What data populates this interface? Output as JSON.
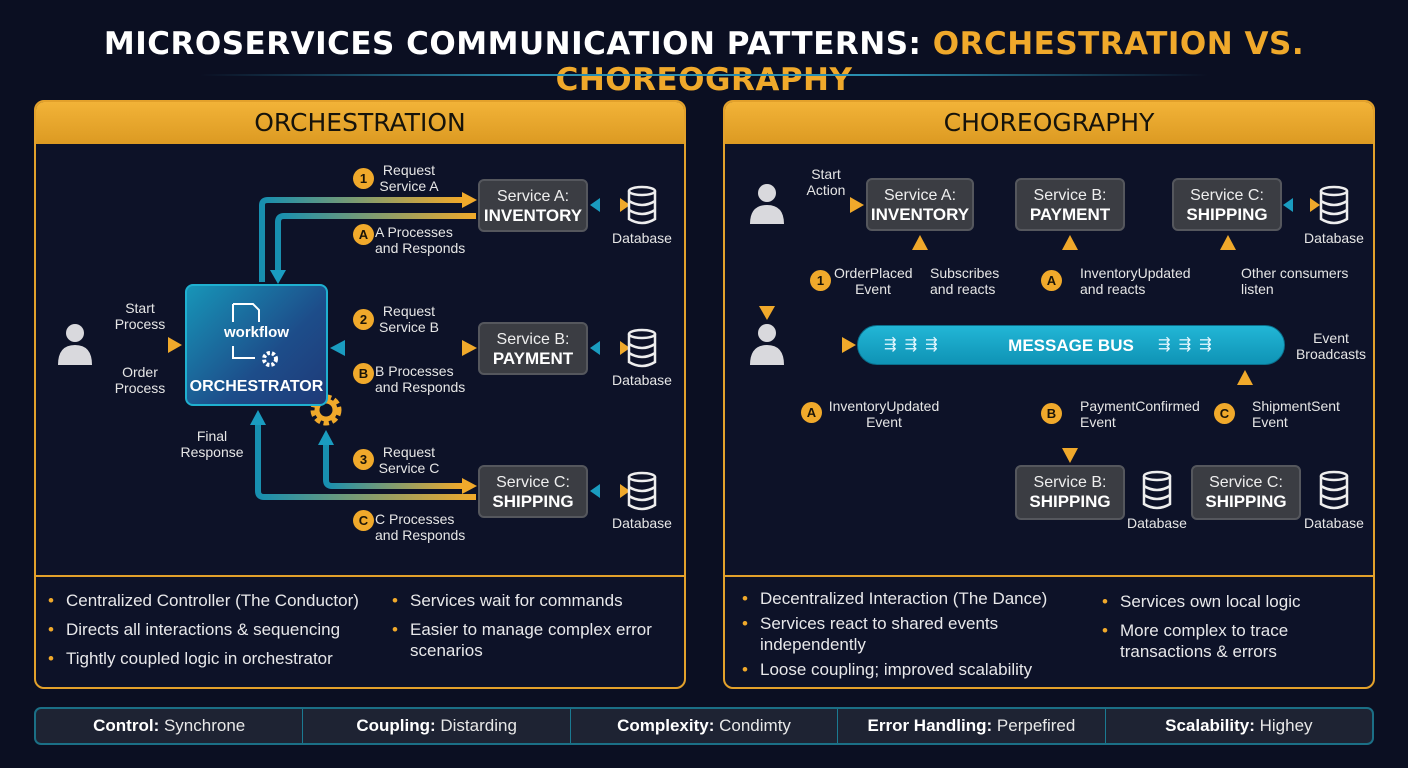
{
  "title": {
    "part1": "MICROSERVICES COMMUNICATION PATTERNS: ",
    "part2": "ORCHESTRATION VS. CHOREOGRAPHY"
  },
  "colors": {
    "accent": "#f0a92b",
    "teal": "#17a5c0",
    "background": "#0b0f22",
    "service_box": "#3b3d43"
  },
  "orchestration": {
    "header": "ORCHESTRATION",
    "user_labels": {
      "start": "Start Process",
      "order": "Order Process",
      "final": "Final Response"
    },
    "orchestrator": {
      "icon_text": "workflow",
      "label": "ORCHESTRATOR"
    },
    "services": [
      {
        "line1": "Service A:",
        "line2": "INVENTORY",
        "db": "Database"
      },
      {
        "line1": "Service B:",
        "line2": "PAYMENT",
        "db": "Database"
      },
      {
        "line1": "Service C:",
        "line2": "SHIPPING",
        "db": "Database"
      }
    ],
    "steps": [
      {
        "badge": "1",
        "text": "Request Service A"
      },
      {
        "badge": "A",
        "text": "A Processes and Responds"
      },
      {
        "badge": "2",
        "text": "Request Service B"
      },
      {
        "badge": "B",
        "text": "B Processes and Responds"
      },
      {
        "badge": "3",
        "text": "Request Service C"
      },
      {
        "badge": "C",
        "text": "C Processes and Responds"
      }
    ],
    "bullets_left": [
      "Centralized Controller (The Conductor)",
      "Directs all interactions & sequencing",
      "Tightly coupled logic in orchestrator"
    ],
    "bullets_right": [
      "Services wait for commands",
      "Easier to manage complex error scenarios"
    ]
  },
  "choreography": {
    "header": "CHOREOGRAPHY",
    "start_action": "Start Action",
    "services_top": [
      {
        "line1": "Service A:",
        "line2": "INVENTORY"
      },
      {
        "line1": "Service B:",
        "line2": "PAYMENT"
      },
      {
        "line1": "Service C:",
        "line2": "SHIPPING",
        "db": "Database"
      }
    ],
    "services_bottom": [
      {
        "line1": "Service B:",
        "line2": "SHIPPING",
        "db": "Database"
      },
      {
        "line1": "Service C:",
        "line2": "SHIPPING",
        "db": "Database"
      }
    ],
    "bus": "MESSAGE BUS",
    "event_broadcasts": "Event Broadcasts",
    "events": [
      {
        "badge": "1",
        "text": "OrderPlaced Event"
      },
      {
        "text": "Subscribes and reacts"
      },
      {
        "badge": "A",
        "text": "InventoryUpdated and reacts"
      },
      {
        "text": "Other consumers listen"
      },
      {
        "badge": "A",
        "text": "InventoryUpdated Event"
      },
      {
        "badge": "B",
        "text": "PaymentConfirmed Event"
      },
      {
        "badge": "C",
        "text": "ShipmentSent Event"
      }
    ],
    "bullets_left": [
      "Decentralized Interaction (The Dance)",
      "Services react to shared events independently",
      "Loose coupling; improved scalability"
    ],
    "bullets_right": [
      "Services own local logic",
      "More complex to trace transactions & errors"
    ]
  },
  "comparison": [
    {
      "key": "Control:",
      "value": "Synchrone"
    },
    {
      "key": "Coupling:",
      "value": "Distarding"
    },
    {
      "key": "Complexity:",
      "value": "Condimty"
    },
    {
      "key": "Error Handling:",
      "value": "Perpefired"
    },
    {
      "key": "Scalability:",
      "value": "Highey"
    }
  ]
}
